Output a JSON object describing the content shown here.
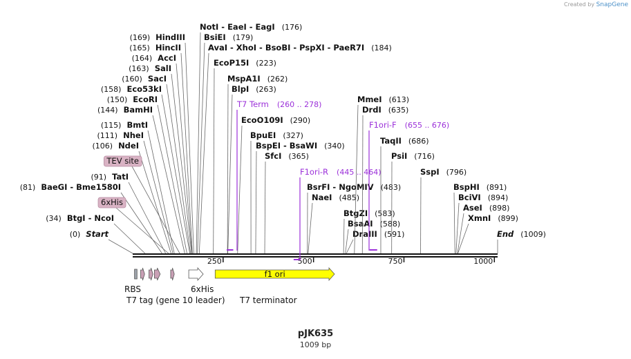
{
  "watermark": {
    "prefix": "Created by",
    "brand": "SnapGene"
  },
  "plasmid": {
    "name": "pJK635",
    "length_label": "1009 bp",
    "length": 1009
  },
  "ruler": {
    "ticks": [
      250,
      500,
      750,
      1000
    ]
  },
  "enzymes": [
    {
      "name": "NotI",
      "pos": 176,
      "group": 1
    },
    {
      "name": "EaeI",
      "pos": 176,
      "group": 1
    },
    {
      "name": "EagI",
      "pos": 176,
      "group": 1
    },
    {
      "name": "BsiEI",
      "pos": 179,
      "group": 2
    },
    {
      "name": "AvaI",
      "pos": 184,
      "group": 3
    },
    {
      "name": "XhoI",
      "pos": 184,
      "group": 3
    },
    {
      "name": "BsoBI",
      "pos": 184,
      "group": 3
    },
    {
      "name": "PspXI",
      "pos": 184,
      "group": 3
    },
    {
      "name": "PaeR7I",
      "pos": 184,
      "group": 3
    },
    {
      "name": "EcoP15I",
      "pos": 223,
      "group": 4
    },
    {
      "name": "MspA1I",
      "pos": 262,
      "group": 5
    },
    {
      "name": "BlpI",
      "pos": 263,
      "group": 6
    },
    {
      "name": "EcoO109I",
      "pos": 290,
      "group": 7
    },
    {
      "name": "BpuEI",
      "pos": 327,
      "group": 8
    },
    {
      "name": "BspEI",
      "pos": 340,
      "group": 9
    },
    {
      "name": "BsaWI",
      "pos": 340,
      "group": 9
    },
    {
      "name": "SfcI",
      "pos": 365,
      "group": 10
    },
    {
      "name": "BsrFI",
      "pos": 483,
      "group": 11
    },
    {
      "name": "NgoMIV",
      "pos": 483,
      "group": 11
    },
    {
      "name": "NaeI",
      "pos": 485,
      "group": 12
    },
    {
      "name": "BtgZI",
      "pos": 583,
      "group": 13
    },
    {
      "name": "BsaAI",
      "pos": 588,
      "group": 14
    },
    {
      "name": "DraIII",
      "pos": 591,
      "group": 15
    },
    {
      "name": "MmeI",
      "pos": 613,
      "group": 16
    },
    {
      "name": "DrdI",
      "pos": 635,
      "group": 17
    },
    {
      "name": "TaqII",
      "pos": 686,
      "group": 18
    },
    {
      "name": "PsiI",
      "pos": 716,
      "group": 19
    },
    {
      "name": "SspI",
      "pos": 796,
      "group": 20
    },
    {
      "name": "BspHI",
      "pos": 891,
      "group": 21
    },
    {
      "name": "BciVI",
      "pos": 894,
      "group": 22
    },
    {
      "name": "AseI",
      "pos": 898,
      "group": 23
    },
    {
      "name": "XmnI",
      "pos": 899,
      "group": 24
    },
    {
      "name": "HindIII",
      "pos": 169,
      "group": 25
    },
    {
      "name": "HincII",
      "pos": 165,
      "group": 26
    },
    {
      "name": "AccI",
      "pos": 164,
      "group": 27
    },
    {
      "name": "SalI",
      "pos": 163,
      "group": 28
    },
    {
      "name": "SacI",
      "pos": 160,
      "group": 29
    },
    {
      "name": "Eco53kI",
      "pos": 158,
      "group": 30
    },
    {
      "name": "EcoRI",
      "pos": 150,
      "group": 31
    },
    {
      "name": "BamHI",
      "pos": 144,
      "group": 32
    },
    {
      "name": "BmtI",
      "pos": 115,
      "group": 33
    },
    {
      "name": "NheI",
      "pos": 111,
      "group": 34
    },
    {
      "name": "NdeI",
      "pos": 106,
      "group": 35
    },
    {
      "name": "TatI",
      "pos": 91,
      "group": 36
    },
    {
      "name": "BaeGI",
      "pos": 81,
      "group": 37
    },
    {
      "name": "Bme1580I",
      "pos": 81,
      "group": 37
    },
    {
      "name": "BtgI",
      "pos": 34,
      "group": 38
    },
    {
      "name": "NcoI",
      "pos": 34,
      "group": 38
    }
  ],
  "labels": [
    {
      "id": "notI",
      "text": "NotI  - EaeI  - EagI",
      "num": "(176)",
      "side": "R",
      "pos": 176
    },
    {
      "id": "bsiEI",
      "text": "BsiEI",
      "num": "(179)",
      "side": "R",
      "pos": 179
    },
    {
      "id": "avaI",
      "text": "AvaI  - XhoI  - BsoBI  - PspXI  - PaeR7I",
      "num": "(184)",
      "side": "R",
      "pos": 184
    },
    {
      "id": "ecoP15I",
      "text": "EcoP15I",
      "num": "(223)",
      "side": "R",
      "pos": 223
    },
    {
      "id": "mspA1I",
      "text": "MspA1I",
      "num": "(262)",
      "side": "R",
      "pos": 262
    },
    {
      "id": "blpI",
      "text": "BlpI",
      "num": "(263)",
      "side": "R",
      "pos": 263
    },
    {
      "id": "ecoO109I",
      "text": "EcoO109I",
      "num": "(290)",
      "side": "R",
      "pos": 290
    },
    {
      "id": "bpuEI",
      "text": "BpuEI",
      "num": "(327)",
      "side": "R",
      "pos": 327
    },
    {
      "id": "bspEI",
      "text": "BspEI  - BsaWI",
      "num": "(340)",
      "side": "R",
      "pos": 340
    },
    {
      "id": "sfcI",
      "text": "SfcI",
      "num": "(365)",
      "side": "R",
      "pos": 365
    },
    {
      "id": "bsrFI",
      "text": "BsrFI  - NgoMIV",
      "num": "(483)",
      "side": "R",
      "pos": 483
    },
    {
      "id": "naeI",
      "text": "NaeI",
      "num": "(485)",
      "side": "R",
      "pos": 485
    },
    {
      "id": "btgZI",
      "text": "BtgZI",
      "num": "(583)",
      "side": "R",
      "pos": 583
    },
    {
      "id": "bsaAI",
      "text": "BsaAI",
      "num": "(588)",
      "side": "R",
      "pos": 588
    },
    {
      "id": "draIII",
      "text": "DraIII",
      "num": "(591)",
      "side": "R",
      "pos": 591
    },
    {
      "id": "mmeI",
      "text": "MmeI",
      "num": "(613)",
      "side": "R",
      "pos": 613
    },
    {
      "id": "drdI",
      "text": "DrdI",
      "num": "(635)",
      "side": "R",
      "pos": 635
    },
    {
      "id": "taqII",
      "text": "TaqII",
      "num": "(686)",
      "side": "R",
      "pos": 686
    },
    {
      "id": "psiI",
      "text": "PsiI",
      "num": "(716)",
      "side": "R",
      "pos": 716
    },
    {
      "id": "sspI",
      "text": "SspI",
      "num": "(796)",
      "side": "R",
      "pos": 796
    },
    {
      "id": "bspHI",
      "text": "BspHI",
      "num": "(891)",
      "side": "R",
      "pos": 891
    },
    {
      "id": "bciVI",
      "text": "BciVI",
      "num": "(894)",
      "side": "R",
      "pos": 894
    },
    {
      "id": "aseI",
      "text": "AseI",
      "num": "(898)",
      "side": "R",
      "pos": 898
    },
    {
      "id": "xmnI",
      "text": "XmnI",
      "num": "(899)",
      "side": "R",
      "pos": 899
    },
    {
      "id": "end",
      "text": "End",
      "num": "(1009)",
      "side": "R",
      "pos": 1009,
      "italic": true
    },
    {
      "id": "hindIII",
      "text": "HindIII",
      "num": "(169)",
      "side": "L",
      "pos": 169
    },
    {
      "id": "hincII",
      "text": "HincII",
      "num": "(165)",
      "side": "L",
      "pos": 165
    },
    {
      "id": "accI",
      "text": "AccI",
      "num": "(164)",
      "side": "L",
      "pos": 164
    },
    {
      "id": "salI",
      "text": "SalI",
      "num": "(163)",
      "side": "L",
      "pos": 163
    },
    {
      "id": "sacI",
      "text": "SacI",
      "num": "(160)",
      "side": "L",
      "pos": 160
    },
    {
      "id": "eco53kI",
      "text": "Eco53kI",
      "num": "(158)",
      "side": "L",
      "pos": 158
    },
    {
      "id": "ecoRI",
      "text": "EcoRI",
      "num": "(150)",
      "side": "L",
      "pos": 150
    },
    {
      "id": "bamHI",
      "text": "BamHI",
      "num": "(144)",
      "side": "L",
      "pos": 144
    },
    {
      "id": "bmtI",
      "text": "BmtI",
      "num": "(115)",
      "side": "L",
      "pos": 115
    },
    {
      "id": "nheI",
      "text": "NheI",
      "num": "(111)",
      "side": "L",
      "pos": 111
    },
    {
      "id": "ndeI",
      "text": "NdeI",
      "num": "(106)",
      "side": "L",
      "pos": 106
    },
    {
      "id": "tatI",
      "text": "TatI",
      "num": "(91)",
      "side": "L",
      "pos": 91
    },
    {
      "id": "baeGI",
      "text": "BaeGI  - Bme1580I",
      "num": "(81)",
      "side": "L",
      "pos": 81
    },
    {
      "id": "btgI",
      "text": "BtgI  - NcoI",
      "num": "(34)",
      "side": "L",
      "pos": 34
    },
    {
      "id": "start",
      "text": "Start",
      "num": "(0)",
      "side": "L",
      "pos": 0,
      "italic": true
    }
  ],
  "boxed_features": [
    {
      "id": "tev",
      "text": "TEV site",
      "pos": 130
    },
    {
      "id": "his_top",
      "text": "6xHis",
      "pos": 99
    }
  ],
  "primers": [
    {
      "id": "t7term",
      "text": "T7 Term",
      "range": "(260 .. 278)",
      "start": 260,
      "end": 278
    },
    {
      "id": "f1oriF",
      "text": "F1ori-F",
      "range": "(655 .. 676)",
      "start": 655,
      "end": 676
    },
    {
      "id": "f1oriR",
      "text": "F1ori-R",
      "range": "(445 .. 464)",
      "start": 445,
      "end": 464
    }
  ],
  "features": [
    {
      "id": "rbs",
      "label": "RBS",
      "start": 5,
      "end": 12,
      "kind": "box",
      "color": "#9ea3ab"
    },
    {
      "id": "t7tag",
      "label": "T7 tag (gene 10 leader)",
      "start": 22,
      "end": 33,
      "kind": "arrow",
      "color": "#c9a0b5"
    },
    {
      "id": "his_a",
      "label": "",
      "start": 45,
      "end": 56,
      "kind": "arrow",
      "color": "#c9a0b5"
    },
    {
      "id": "his_b",
      "label": "",
      "start": 60,
      "end": 76,
      "kind": "arrow",
      "color": "#c9a0b5"
    },
    {
      "id": "his6",
      "label": "6xHis",
      "start": 105,
      "end": 115,
      "kind": "arrow",
      "color": "#c9a0b5"
    },
    {
      "id": "t7term_f",
      "label": "T7 terminator",
      "start": 155,
      "end": 195,
      "kind": "arrow",
      "color": "#ffffff"
    },
    {
      "id": "f1ori",
      "label": "f1 ori",
      "start": 228,
      "end": 558,
      "kind": "arrow",
      "color": "#ffff00"
    }
  ],
  "colors": {
    "primer": "#9b30d9",
    "line": "#666666",
    "box_fill": "#d9b3c4"
  }
}
